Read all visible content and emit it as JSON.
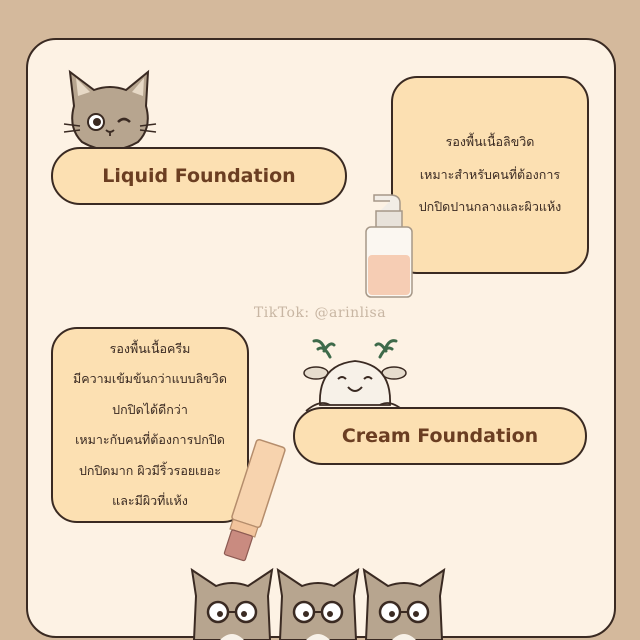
{
  "liquid": {
    "title": "Liquid Foundation",
    "lines": [
      "รองพื้นเนื้อลิขวิด",
      "เหมาะสำหรับคนที่ต้องการ",
      "ปกปิดปานกลางและผิวแห้ง"
    ]
  },
  "cream": {
    "title": "Cream Foundation",
    "lines": [
      "รองพื้นเนื้อครีม",
      "มีความเข้มข้นกว่าแบบลิขวิด",
      "ปกปิดได้ดีกว่า",
      "เหมาะกับคนที่ต้องการปกปิด",
      "ปกปิดมาก ผิวมีริ้วรอยเยอะ",
      "และมีผิวที่แห้ง"
    ]
  },
  "watermark": "TikTok: @arinlisa",
  "icons": [
    "cat-icon",
    "deer-icon",
    "foundation-bottle-icon",
    "cream-tube-icon",
    "cats-with-glasses-icon"
  ],
  "colors": {
    "background": "#d4b99c",
    "card": "#fdf2e4",
    "pill": "#fce0b2",
    "title_text": "#6b3e22",
    "outline": "#3a2a22"
  }
}
